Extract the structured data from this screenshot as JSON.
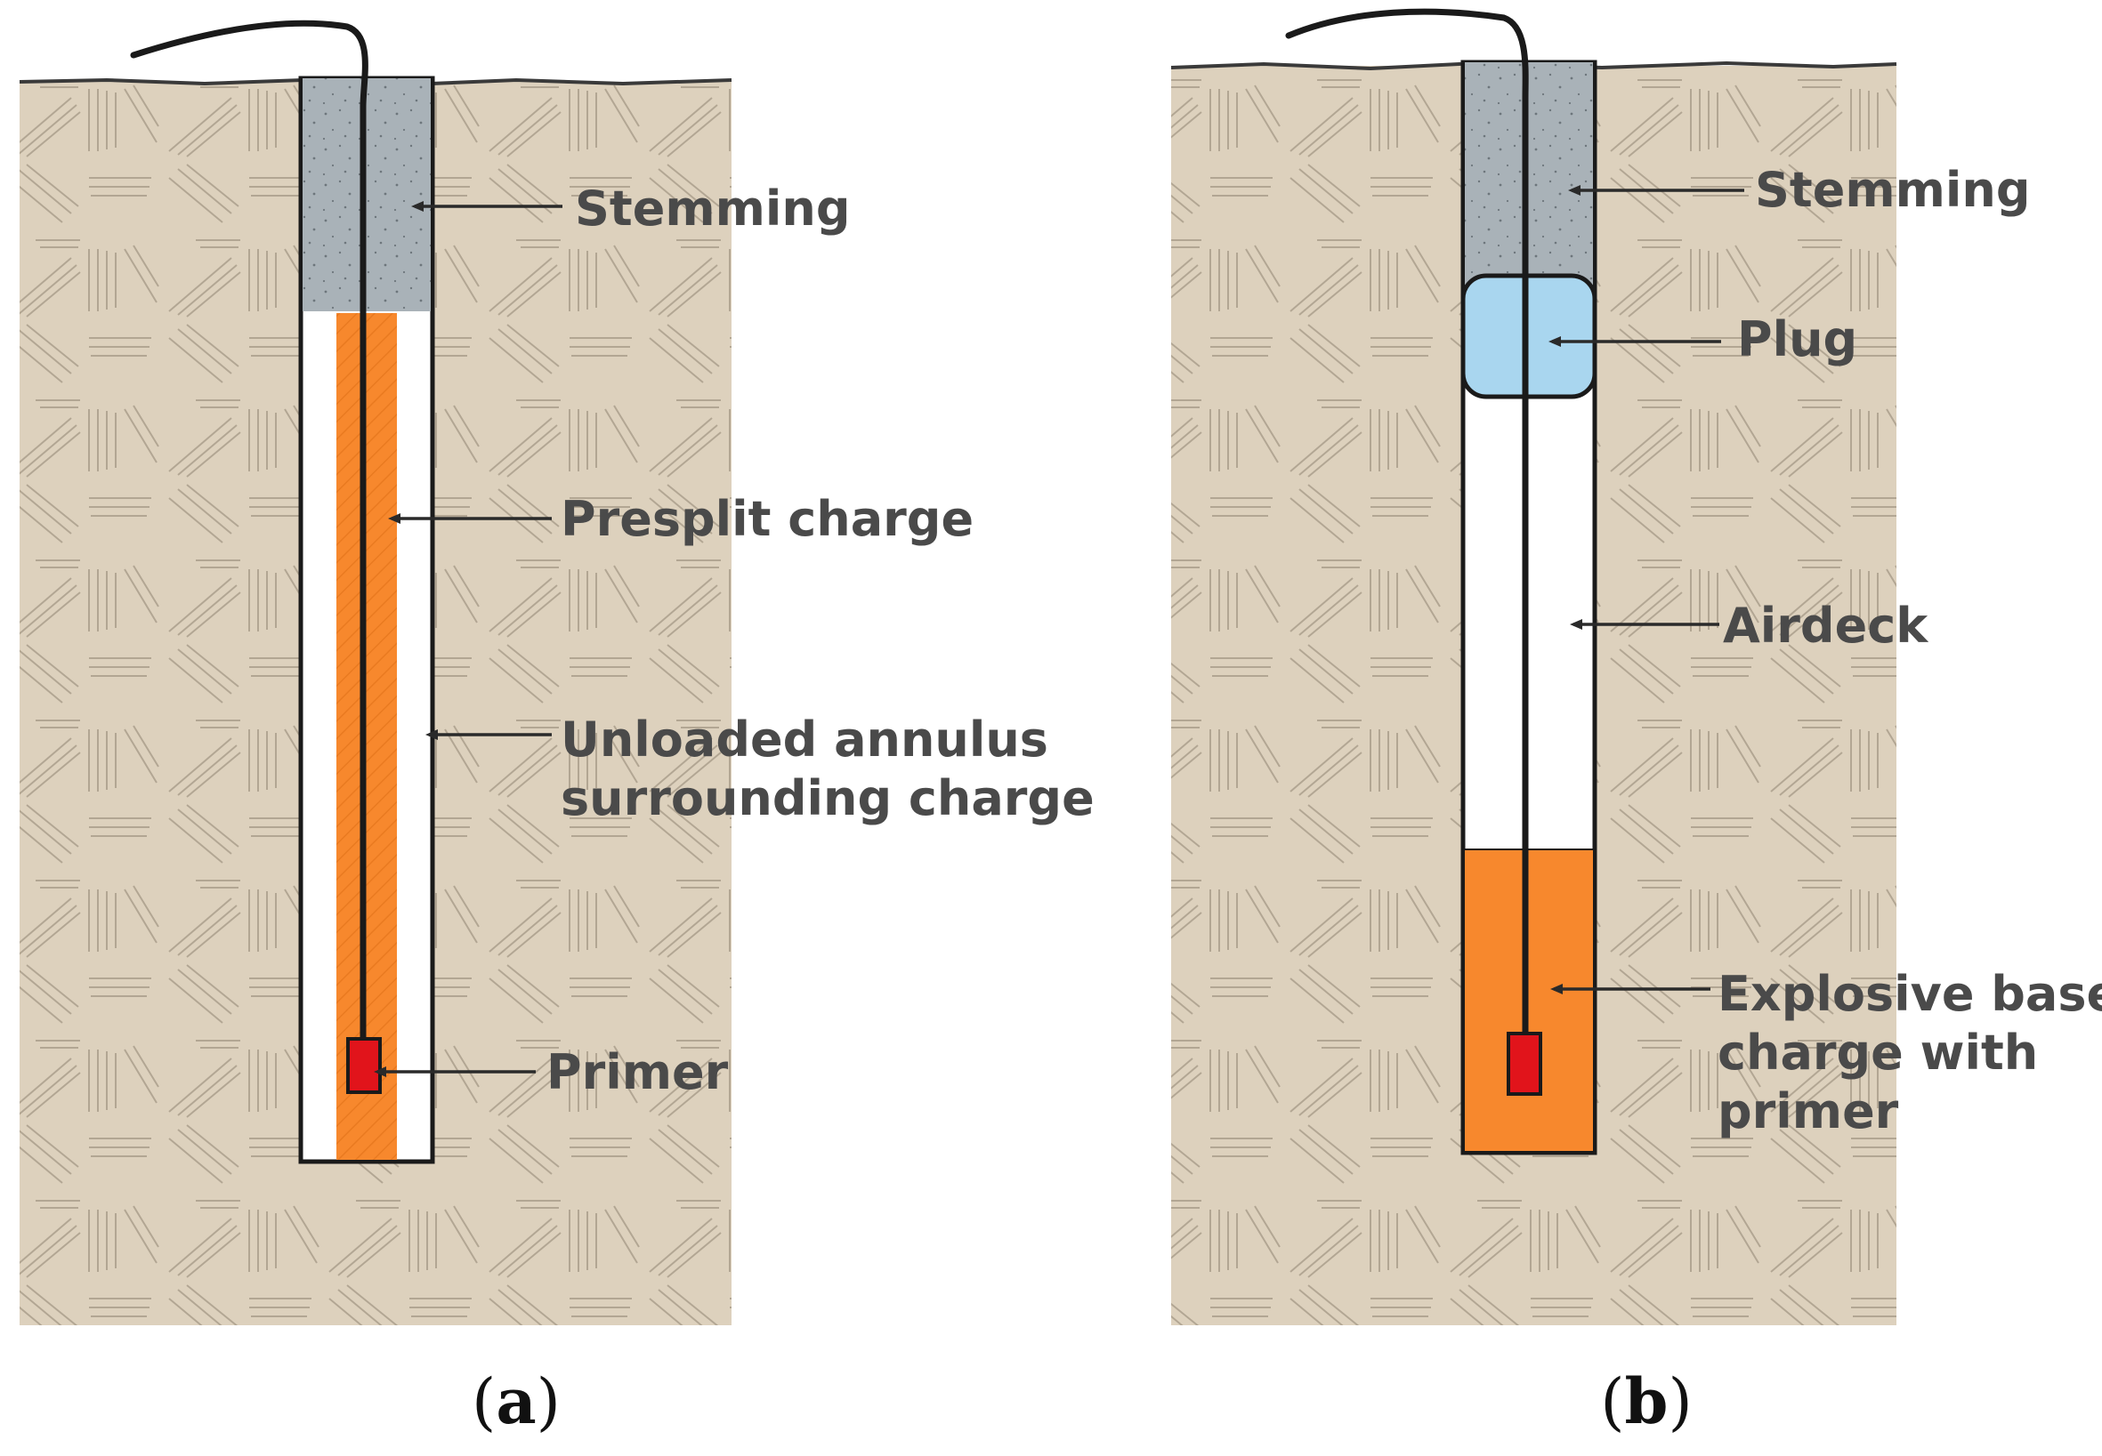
{
  "colors": {
    "rock": "#ddd1bd",
    "rock_hatch": "#8e8270",
    "stemming": "#a9b2b8",
    "charge": "#f7882d",
    "primer": "#e1141b",
    "plug": "#a9d6ef",
    "hole_outline": "#1a1a1a",
    "label_text": "#4a4a4a"
  },
  "panel_a": {
    "caption_open": "(",
    "caption_letter": "a",
    "caption_close": ")",
    "labels": {
      "stemming": "Stemming",
      "presplit_charge": "Presplit charge",
      "annulus_line1": "Unloaded annulus",
      "annulus_line2": "surrounding charge",
      "primer": "Primer"
    }
  },
  "panel_b": {
    "caption_open": "(",
    "caption_letter": "b",
    "caption_close": ")",
    "labels": {
      "stemming": "Stemming",
      "plug": "Plug",
      "airdeck": "Airdeck",
      "base_line1": "Explosive base",
      "base_line2": "charge with",
      "base_line3": "primer"
    }
  }
}
